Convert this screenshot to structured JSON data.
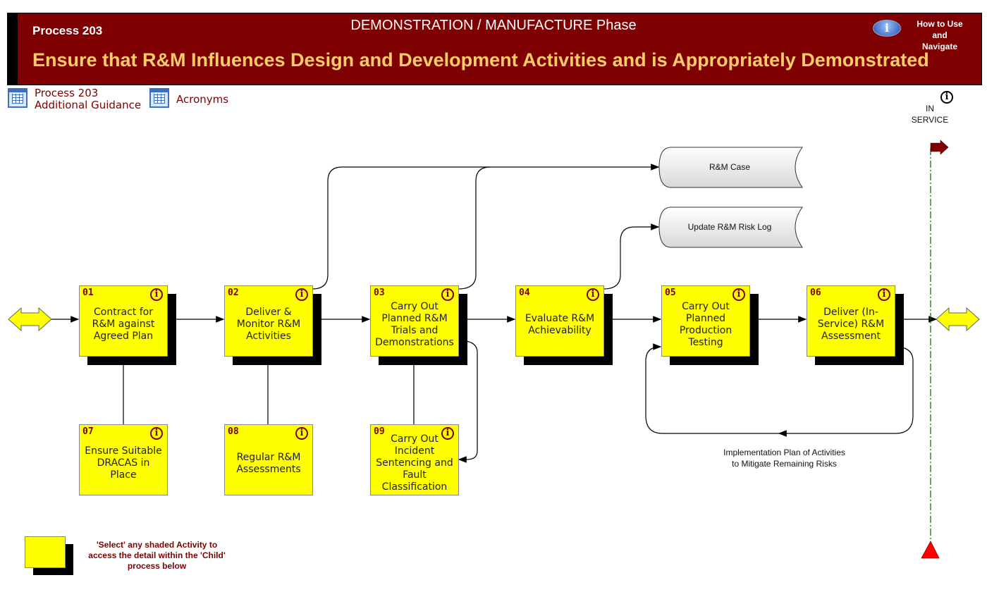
{
  "header": {
    "process": "Process 203",
    "phase": "DEMONSTRATION / MANUFACTURE Phase",
    "title": "Ensure that R&M Influences Design and Development Activities and is Appropriately Demonstrated",
    "help_icon": "i",
    "help_label_1": "How to Use",
    "help_label_2": "and Navigate"
  },
  "links": {
    "guidance_1": "Process 203",
    "guidance_2": "Additional Guidance",
    "acronyms": "Acronyms"
  },
  "activities": [
    {
      "num": "01",
      "label": "Contract for R&M against Agreed Plan"
    },
    {
      "num": "02",
      "label": "Deliver & Monitor R&M Activities"
    },
    {
      "num": "03",
      "label": "Carry Out Planned R&M Trials and Demonstrations"
    },
    {
      "num": "04",
      "label": "Evaluate R&M Achievability"
    },
    {
      "num": "05",
      "label": "Carry Out Planned Production Testing"
    },
    {
      "num": "06",
      "label": "Deliver (In-Service) R&M Assessment"
    },
    {
      "num": "07",
      "label": "Ensure Suitable DRACAS in Place"
    },
    {
      "num": "08",
      "label": "Regular R&M Assessments"
    },
    {
      "num": "09",
      "label": "Carry Out Incident Sentencing and Fault Classification"
    }
  ],
  "info_glyph": "i",
  "documents": {
    "case": "R&M Case",
    "risk_log": "Update R&M Risk Log"
  },
  "in_service": {
    "line1": "IN",
    "line2": "SERVICE"
  },
  "loop_label": {
    "line1": "Implementation Plan of Activities",
    "line2": "to Mitigate Remaining Risks"
  },
  "legend": {
    "text": "'Select' any shaded Activity to access the detail within the 'Child' process below"
  },
  "colors": {
    "maroon": "#7f0000",
    "title": "#ffcc66",
    "activity": "#ffff00"
  }
}
